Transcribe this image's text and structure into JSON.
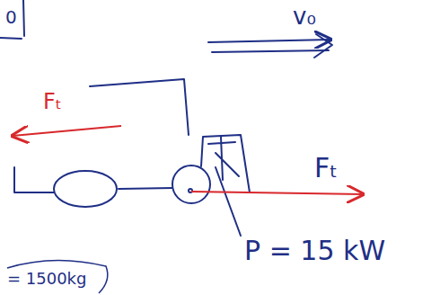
{
  "diagram": {
    "labels": [
      "0",
      "v₀",
      "Fₜ",
      "Fₜ",
      "P = 15 kW",
      "= 1500kg"
    ]
  }
}
